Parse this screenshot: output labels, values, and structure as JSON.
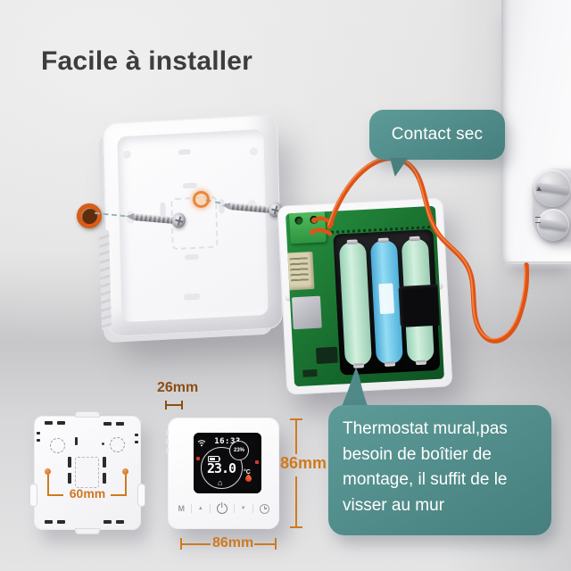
{
  "title": "Facile à installer",
  "callouts": {
    "dry_contact": "Contact sec",
    "wall_mount": "Thermostat mural,pas besoin de boîtier de montage, il suffit de le visser au mur"
  },
  "dimensions": {
    "depth": "26mm",
    "height": "86mm",
    "width": "86mm",
    "hole_spacing": "60mm"
  },
  "thermostat": {
    "display": {
      "time": "16:33",
      "humidity": "23%",
      "temperature": "23.0",
      "unit": "°C"
    },
    "buttons": {
      "mode": "M",
      "up": "▲",
      "power": "power-icon",
      "down": "▼",
      "timer": "timer-icon"
    }
  },
  "colors": {
    "accent_teal": "#4f8e8c",
    "cable_orange": "#e2571b",
    "dimension_orange": "#cf7a1e",
    "dimension_brown": "#8a4d15",
    "pcb_green": "#1f7a33",
    "battery_mint": "#bfe9d2",
    "battery_blue": "#5fc0e8"
  }
}
